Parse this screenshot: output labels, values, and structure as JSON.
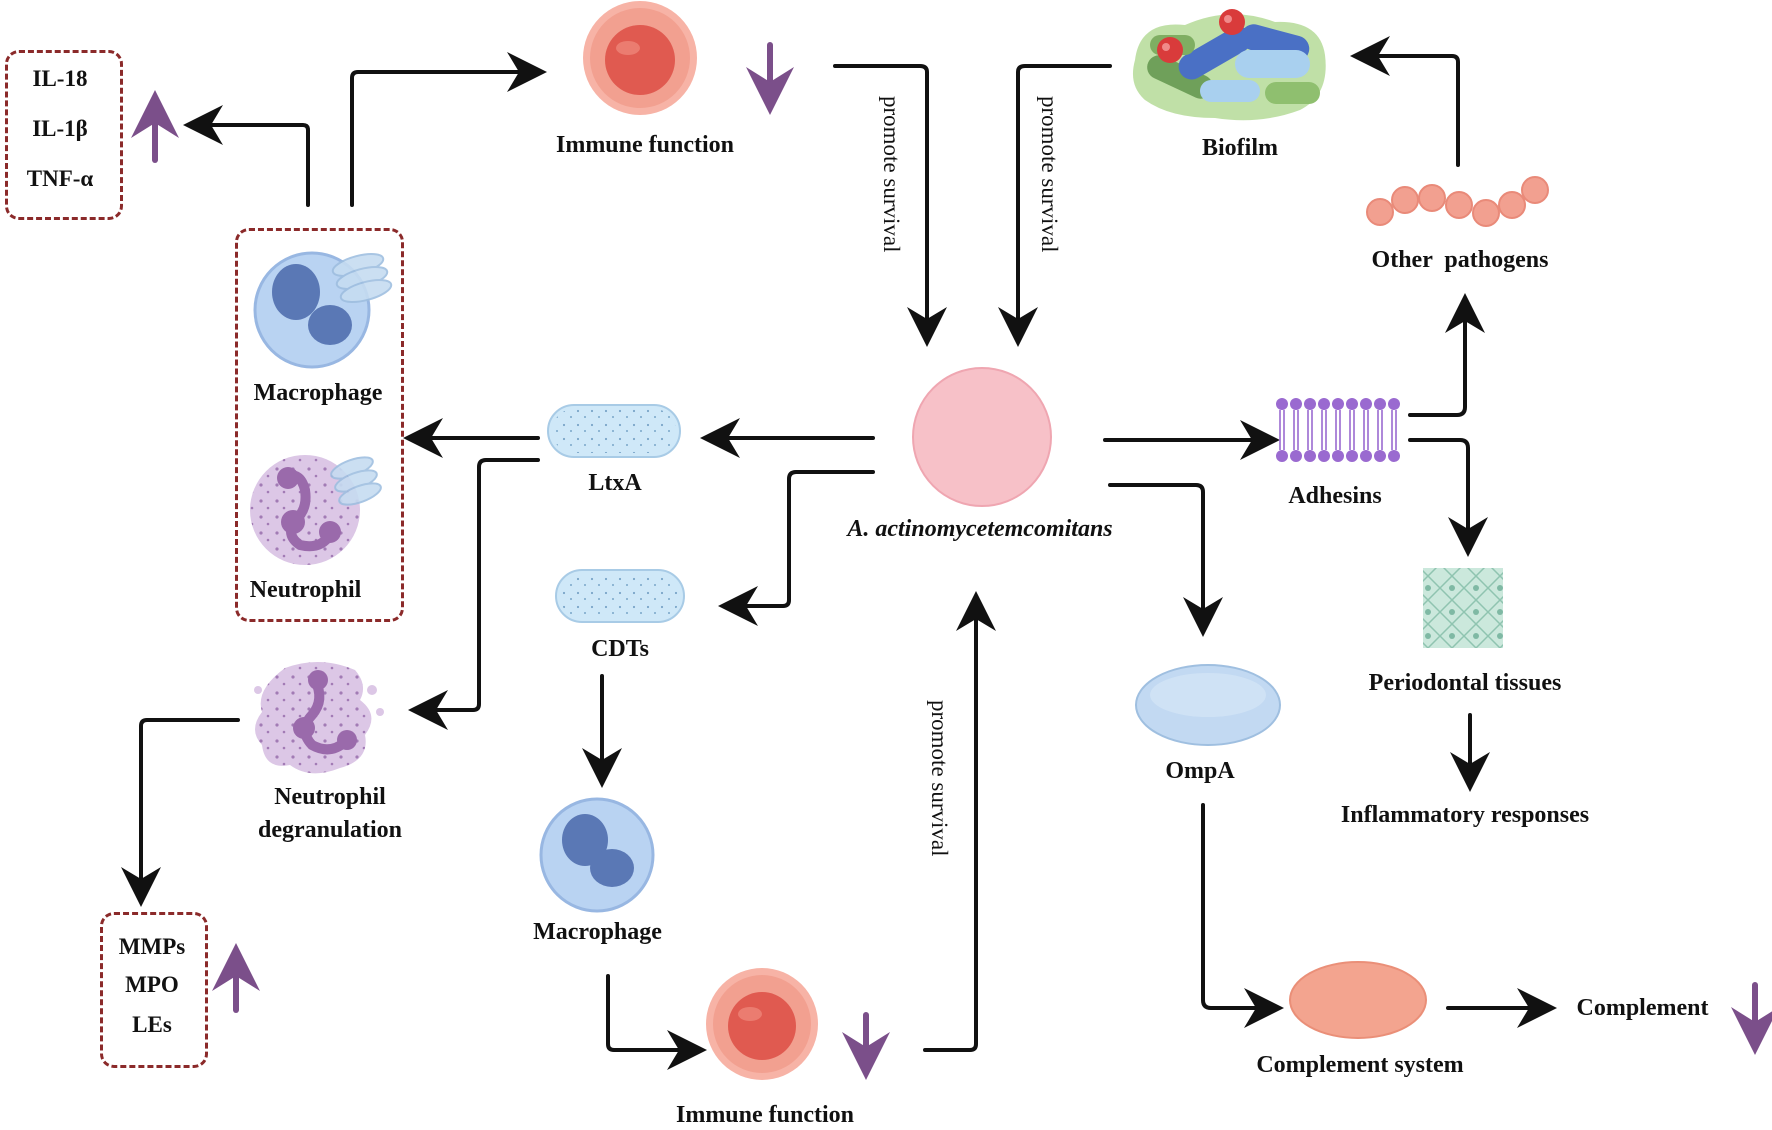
{
  "labels": {
    "immune_function_top": "Immune function",
    "immune_function_bottom": "Immune function",
    "biofilm": "Biofilm",
    "other_pathogens": "Other  pathogens",
    "macrophage_left": "Macrophage",
    "neutrophil": "Neutrophil",
    "ltxa": "LtxA",
    "aa": "A. actinomycetemcomitans",
    "adhesins": "Adhesins",
    "cdts": "CDTs",
    "periodontal_tissues": "Periodontal tissues",
    "inflammatory_responses": "Inflammatory responses",
    "ompa": "OmpA",
    "neutrophil_degranulation_line1": "Neutrophil",
    "neutrophil_degranulation_line2": "degranulation",
    "macrophage_bottom": "Macrophage",
    "complement_system": "Complement system",
    "complement": "Complement"
  },
  "promote_survival": [
    "promote survival",
    "promote survival",
    "promote survival"
  ],
  "cytokines": [
    "IL-18",
    "IL-1β",
    "TNF-α"
  ],
  "enzymes": [
    "MMPs",
    "MPO",
    "LEs"
  ],
  "colors": {
    "arrow": "#111111",
    "purple_arrow": "#7b4f8a",
    "dashed_box": "#8b2a2a",
    "red_cell": "#e05a50",
    "red_cell_outer": "#f7b3a6",
    "aa_cell": "#f7c1c8",
    "macrophage": "#b9d3f2",
    "macrophage_nucleus": "#5a78b5",
    "neutrophil": "#dcc7e6",
    "neutrophil_nucleus": "#9a6aab",
    "ompa": "#c2d9f2",
    "complement_system": "#f3a48f",
    "toxin_capsule": "#cfe8f8"
  }
}
